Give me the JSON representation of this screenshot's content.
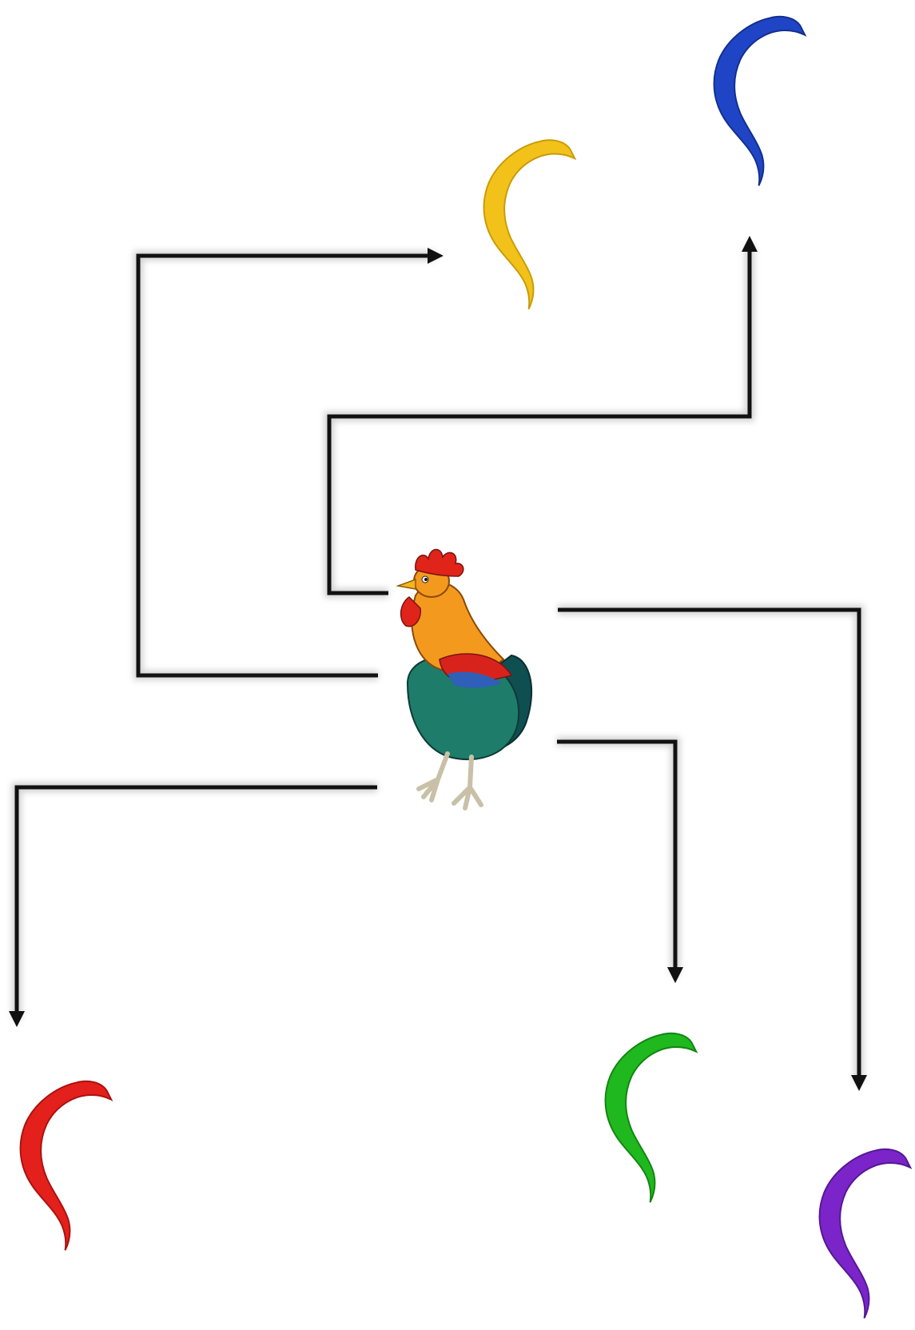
{
  "feathers": [
    {
      "id": "yellow",
      "color": "#F2C21B",
      "dark": "#C99A06"
    },
    {
      "id": "blue",
      "color": "#1F45C6",
      "dark": "#132E8C"
    },
    {
      "id": "red",
      "color": "#E3201C",
      "dark": "#A81210"
    },
    {
      "id": "green",
      "color": "#1FB81E",
      "dark": "#128412"
    },
    {
      "id": "purple",
      "color": "#7A24C9",
      "dark": "#531891"
    }
  ],
  "rooster": {
    "comb": "#E0241A",
    "beak": "#F5B51E",
    "neck": "#F39A1E",
    "body": "#1E7C6B",
    "tail": "#0F4F52",
    "legs": "#C9C0A8",
    "wing_red": "#D8231C",
    "wing_blue": "#2F5FB8"
  },
  "line_color": "#111111"
}
